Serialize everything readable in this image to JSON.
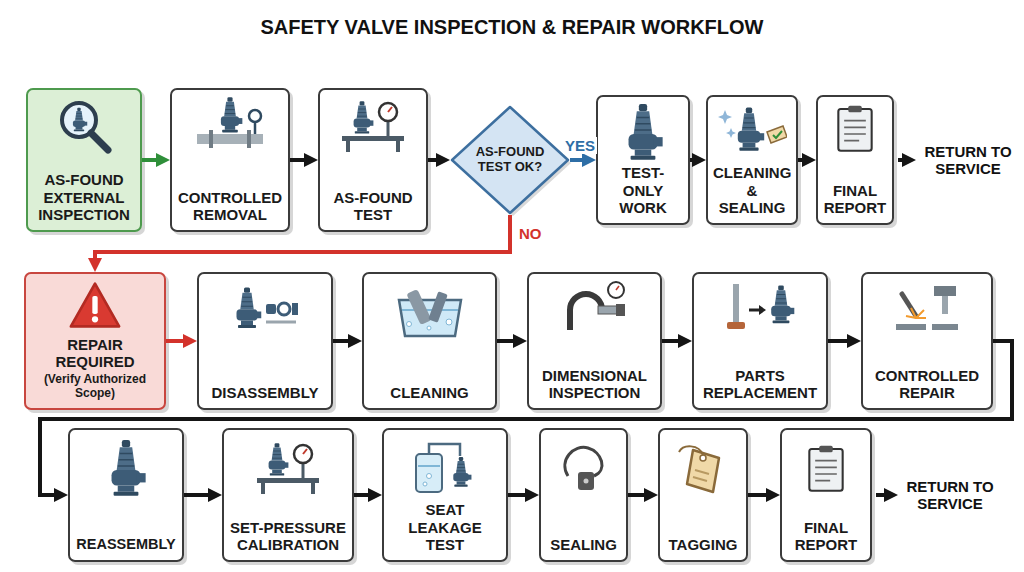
{
  "diagram": {
    "title": "SAFETY VALVE INSPECTION & REPAIR WORKFLOW",
    "nodes": [
      {
        "text": [
          "AS-FOUND EXTERNAL INSPECTION"
        ]
      },
      {
        "text": [
          "CONTROLLED REMOVAL"
        ]
      },
      {
        "text": [
          "AS-FOUND TEST"
        ]
      },
      {
        "text": [
          "AS-FOUND TEST OK?"
        ]
      },
      {
        "text": [
          "TEST-ONLY WORK"
        ]
      },
      {
        "text": [
          "CLEANING & SEALING"
        ]
      },
      {
        "text": [
          "FINAL REPORT"
        ]
      },
      {
        "text": [
          "REPAIR REQUIRED",
          "(Verify Authorized Scope)"
        ]
      },
      {
        "text": [
          "DISASSEMBLY"
        ]
      },
      {
        "text": [
          "CLEANING"
        ]
      },
      {
        "text": [
          "DIMENSIONAL INSPECTION"
        ]
      },
      {
        "text": [
          "PARTS REPLACEMENT"
        ]
      },
      {
        "text": [
          "CONTROLLED REPAIR"
        ]
      },
      {
        "text": [
          "REASSEMBLY"
        ]
      },
      {
        "text": [
          "SET-PRESSURE CALIBRATION"
        ]
      },
      {
        "text": [
          "SEAT LEAKAGE TEST"
        ]
      },
      {
        "text": [
          "SEALING"
        ]
      },
      {
        "text": [
          "TAGGING"
        ]
      },
      {
        "text": [
          "FINAL REPORT"
        ]
      }
    ],
    "edges": [
      {
        "from": 0,
        "to": 1,
        "arrow": "to"
      },
      {
        "from": 1,
        "to": 2,
        "arrow": "to"
      },
      {
        "from": 2,
        "to": 3,
        "arrow": "to"
      },
      {
        "from": 3,
        "to": 4,
        "label": "YES",
        "arrow": "to"
      },
      {
        "from": 4,
        "to": 5,
        "arrow": "to"
      },
      {
        "from": 5,
        "to": 6,
        "arrow": "to"
      },
      {
        "from": 3,
        "to": 7,
        "label": "NO",
        "arrow": "to"
      },
      {
        "from": 7,
        "to": 8,
        "arrow": "to"
      },
      {
        "from": 8,
        "to": 9,
        "arrow": "to"
      },
      {
        "from": 9,
        "to": 10,
        "arrow": "to"
      },
      {
        "from": 10,
        "to": 11,
        "arrow": "to"
      },
      {
        "from": 11,
        "to": 12,
        "arrow": "to"
      },
      {
        "from": 12,
        "to": 13,
        "arrow": "to"
      },
      {
        "from": 13,
        "to": 14,
        "arrow": "to"
      },
      {
        "from": 14,
        "to": 15,
        "arrow": "to"
      },
      {
        "from": 15,
        "to": 16,
        "arrow": "to"
      },
      {
        "from": 16,
        "to": 17,
        "arrow": "to"
      },
      {
        "from": 17,
        "to": 18,
        "arrow": "to"
      }
    ],
    "labels": [
      "RETURN TO SERVICE",
      "RETURN TO SERVICE"
    ]
  }
}
